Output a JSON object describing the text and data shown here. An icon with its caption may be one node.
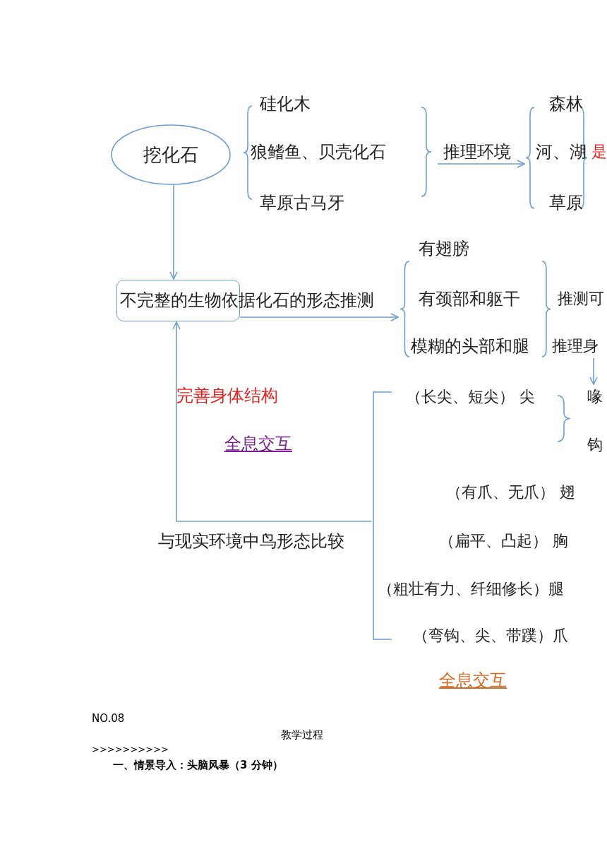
{
  "diagram": {
    "nodes": [
      {
        "text": [
          "挖化石"
        ]
      },
      {
        "text": [
          "硅化木",
          "狼鳍鱼、贝壳化石",
          "草原古马牙"
        ]
      },
      {
        "text": [
          "推理环境"
        ]
      },
      {
        "text": [
          "森林",
          "河、湖",
          "草原"
        ],
        "beside": [
          "是"
        ]
      },
      {
        "text": [
          "不完整的生物依据化石的形态推测"
        ]
      },
      {
        "text": [
          "有翅膀",
          "有颈部和躯干",
          "模糊的头部和腿"
        ]
      },
      {
        "text": [
          "推测可"
        ]
      },
      {
        "text": [
          "推理身"
        ]
      },
      {
        "text": [
          "喙"
        ]
      },
      {
        "text": [
          "钩"
        ]
      },
      {
        "text": [
          "（长尖、短尖） 尖",
          "（有爪、无爪） 翅",
          "（扁平、凸起） 胸",
          "（粗壮有力、纤细修长）腿",
          "（弯钩、尖、带蹼）爪"
        ]
      }
    ],
    "edges": [
      {
        "from": 0,
        "to": 4,
        "arrow": "to"
      },
      {
        "from": 2,
        "to": 3,
        "arrow": "to"
      },
      {
        "from": 4,
        "to": 5,
        "arrow": "to"
      },
      {
        "from": 7,
        "to": 8,
        "arrow": "to"
      },
      {
        "from": 10,
        "to": 4,
        "arrow": "to"
      }
    ],
    "labels": [
      "完善身体结构",
      "全息交互",
      "与现实环境中鸟形态比较",
      "全息交互",
      "NO.08",
      "教学过程",
      ">>>>>>>>>>",
      "一、情景导入：头脑风暴（3 分钟）"
    ]
  }
}
